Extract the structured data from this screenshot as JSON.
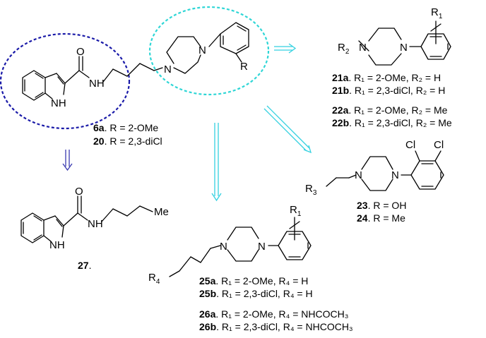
{
  "labels": {
    "n": "N",
    "nh": "NH",
    "nh_indole": "NH",
    "o": "O",
    "r": "R",
    "r1": "R",
    "r1_sub": "1",
    "r2": "R",
    "r2_sub": "2",
    "r3": "R",
    "r3_sub": "3",
    "r4": "R",
    "r4_sub": "4",
    "cl": "Cl",
    "me": "Me"
  },
  "captions": {
    "c6a": {
      "id": "6a",
      "rest": ". R = 2-OMe"
    },
    "c20": {
      "id": "20",
      "rest": ". R = 2,3-diCl"
    },
    "c27": {
      "id": "27",
      "rest": "."
    },
    "c21a": {
      "id": "21a",
      "rest": ". R₁ = 2-OMe, R₂ = H"
    },
    "c21b": {
      "id": "21b",
      "rest": ". R₁ = 2,3-diCl,  R₂ = H"
    },
    "c22a": {
      "id": "22a",
      "rest": ". R₁ = 2-OMe, R₂ = Me"
    },
    "c22b": {
      "id": "22b",
      "rest": ". R₁ = 2,3-diCl, R₂ = Me"
    },
    "c23": {
      "id": "23",
      "rest": ". R = OH"
    },
    "c24": {
      "id": "24",
      "rest": ". R = Me"
    },
    "c25a": {
      "id": "25a",
      "rest": ". R₁ = 2-OMe, R₄ = H"
    },
    "c25b": {
      "id": "25b",
      "rest": ". R₁ = 2,3-diCl, R₄ = H"
    },
    "c26a": {
      "id": "26a",
      "rest": ". R₁ = 2-OMe, R₄ = NHCOCH₃"
    },
    "c26b": {
      "id": "26b",
      "rest": ". R₁ = 2,3-diCl, R₄ = NHCOCH₃"
    }
  },
  "colors": {
    "blue_ellipse": "#1a1aa8",
    "cyan_ellipse": "#2fd6d6",
    "arrow_cyan": "#33d1e0",
    "arrow_blue": "#3a3ab0"
  }
}
